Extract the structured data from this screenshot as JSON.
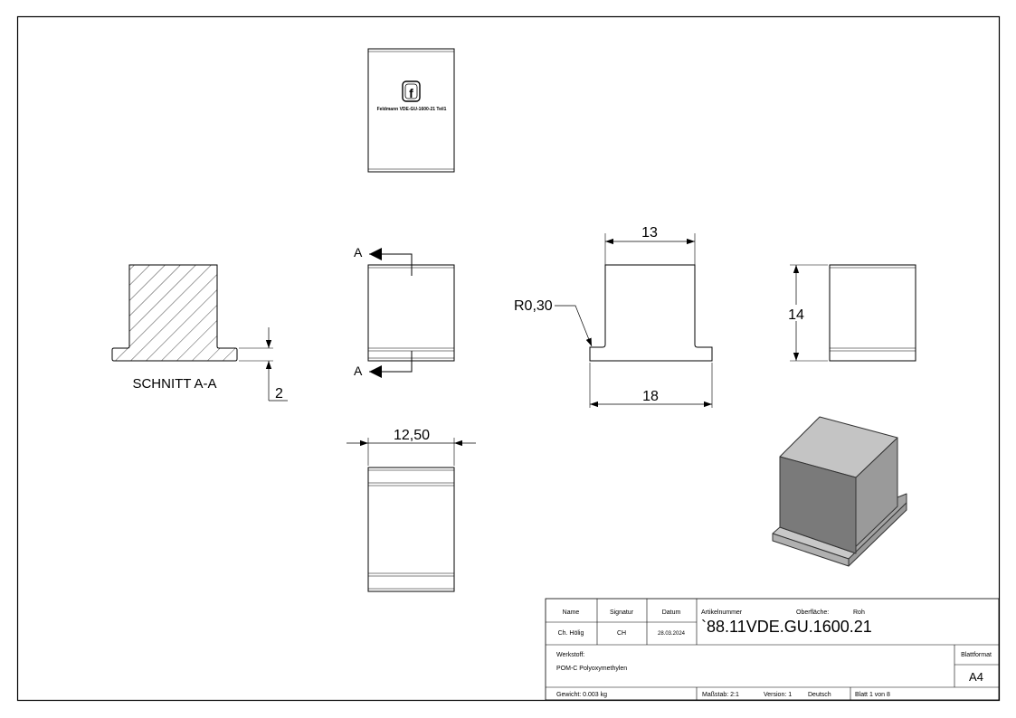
{
  "views": {
    "top": {
      "logo_letter": "f",
      "engraving": "Feldmann VDE-GU-1600-21 Teil1"
    },
    "section": {
      "title": "SCHNITT A-A",
      "dim_flange": "2"
    },
    "front": {
      "cut_label_top": "A",
      "cut_label_bottom": "A"
    },
    "side": {
      "dim_top_width": "13",
      "dim_base_width": "18",
      "dim_radius": "R0,30"
    },
    "right": {
      "dim_height": "14"
    },
    "bottom": {
      "dim_width": "12,50"
    }
  },
  "title_block": {
    "headers": {
      "name": "Name",
      "signature": "Signatur",
      "date": "Datum",
      "article_label": "Artikelnummer",
      "surface_label": "Oberfläche:",
      "sheet_format_label": "Blattformat"
    },
    "values": {
      "name": "Ch. Hölig",
      "signature": "CH",
      "date": "28.03.2024",
      "article_number": "`88.11VDE.GU.1600.21",
      "surface": "Roh",
      "sheet_format": "A4"
    },
    "material_label": "Werkstoff:",
    "material": "POM-C Polyoxymethylen",
    "weight": "Gewicht: 0.003 kg",
    "scale": "Maßstab: 2:1",
    "version": "Version: 1",
    "language": "Deutsch",
    "sheet": "Blatt 1 von 8"
  }
}
